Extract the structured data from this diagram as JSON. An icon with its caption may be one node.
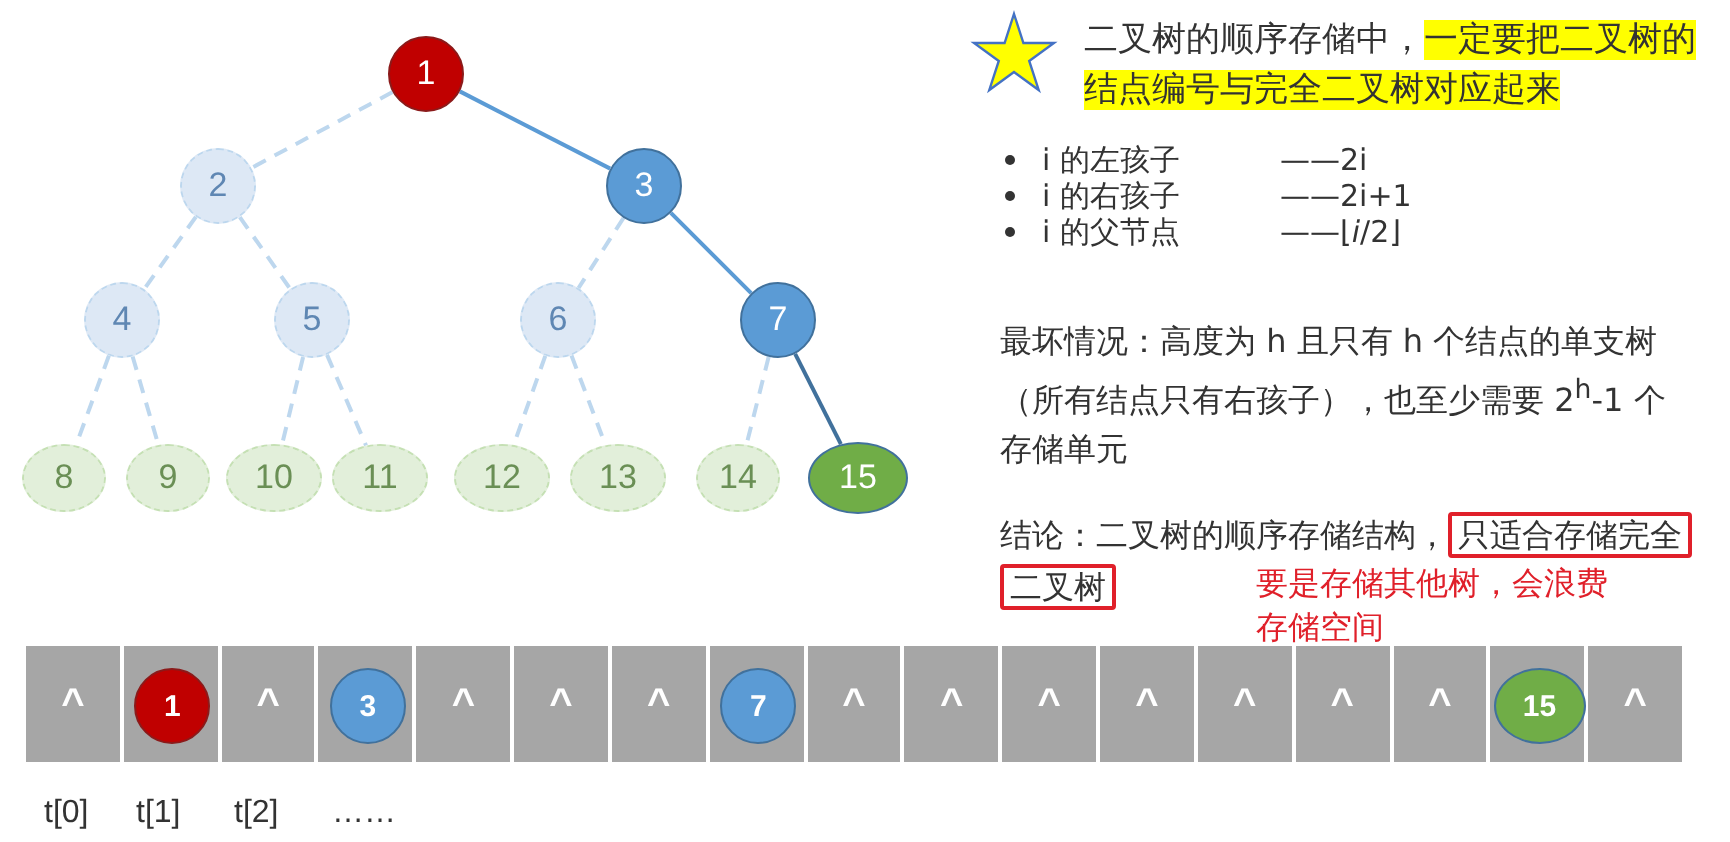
{
  "diagram": {
    "nodes": [
      {
        "text": [
          "1"
        ]
      },
      {
        "text": [
          "2"
        ]
      },
      {
        "text": [
          "3"
        ]
      },
      {
        "text": [
          "4"
        ]
      },
      {
        "text": [
          "5"
        ]
      },
      {
        "text": [
          "6"
        ]
      },
      {
        "text": [
          "7"
        ]
      },
      {
        "text": [
          "8"
        ]
      },
      {
        "text": [
          "9"
        ]
      },
      {
        "text": [
          "10"
        ]
      },
      {
        "text": [
          "11"
        ]
      },
      {
        "text": [
          "12"
        ]
      },
      {
        "text": [
          "13"
        ]
      },
      {
        "text": [
          "14"
        ]
      },
      {
        "text": [
          "15"
        ]
      },
      {
        "text": [
          "^"
        ]
      },
      {
        "text": [],
        "shape": "box"
      },
      {
        "text": [
          "1"
        ],
        "in": 16
      },
      {
        "text": [
          "^"
        ]
      },
      {
        "text": [],
        "shape": "box"
      },
      {
        "text": [
          "3"
        ],
        "in": 19
      },
      {
        "text": [
          "^"
        ]
      },
      {
        "text": [
          "^"
        ]
      },
      {
        "text": [
          "^"
        ]
      },
      {
        "text": [],
        "shape": "box"
      },
      {
        "text": [
          "7"
        ],
        "in": 24
      },
      {
        "text": [
          "^"
        ]
      },
      {
        "text": [
          "^"
        ]
      },
      {
        "text": [
          "^"
        ]
      },
      {
        "text": [
          "^"
        ]
      },
      {
        "text": [
          "^"
        ]
      },
      {
        "text": [
          "^"
        ]
      },
      {
        "text": [
          "^"
        ]
      },
      {
        "text": [],
        "shape": "box"
      },
      {
        "text": [
          "15"
        ],
        "in": 33
      },
      {
        "text": [
          "^"
        ]
      }
    ],
    "edges": [
      {
        "from": 0,
        "to": 1,
        "arrow": "none",
        "style": "dashed"
      },
      {
        "from": 0,
        "to": 2,
        "arrow": "none",
        "color": "#5b9bd5"
      },
      {
        "from": 1,
        "to": 3,
        "arrow": "none",
        "style": "dashed"
      },
      {
        "from": 1,
        "to": 4,
        "arrow": "none",
        "style": "dashed"
      },
      {
        "from": 2,
        "to": 5,
        "arrow": "none",
        "style": "dashed"
      },
      {
        "from": 2,
        "to": 6,
        "arrow": "none",
        "color": "#5b9bd5"
      },
      {
        "from": 3,
        "to": 7,
        "arrow": "none",
        "style": "dashed"
      },
      {
        "from": 3,
        "to": 8,
        "arrow": "none",
        "style": "dashed"
      },
      {
        "from": 4,
        "to": 9,
        "arrow": "none",
        "style": "dashed"
      },
      {
        "from": 4,
        "to": 10,
        "arrow": "none",
        "style": "dashed"
      },
      {
        "from": 5,
        "to": 11,
        "arrow": "none",
        "style": "dashed"
      },
      {
        "from": 5,
        "to": 12,
        "arrow": "none",
        "style": "dashed"
      },
      {
        "from": 6,
        "to": 13,
        "arrow": "none",
        "style": "dashed"
      },
      {
        "from": 6,
        "to": 14,
        "arrow": "none",
        "color": "#41719c"
      }
    ],
    "labels": [
      "二叉树的顺序存储中，",
      "一定要把二叉树的结点编号与完全二叉树对应起来",
      "i 的左孩子",
      "——2i",
      "i 的右孩子",
      "——2i+1",
      "i 的父节点",
      "——⌊*i*/2⌋",
      "最坏情况：高度为 h 且只有 h 个结点的单支树（所有结点只有右孩子），也至少需要 2$^{h}$-1 个存储单元",
      "结论：二叉树的顺序存储结构，",
      "只适合存储完全二叉树",
      "要是存储其他树，会浪费存储空间",
      "t[0]",
      "t[1]",
      "t[2]",
      "……"
    ]
  }
}
